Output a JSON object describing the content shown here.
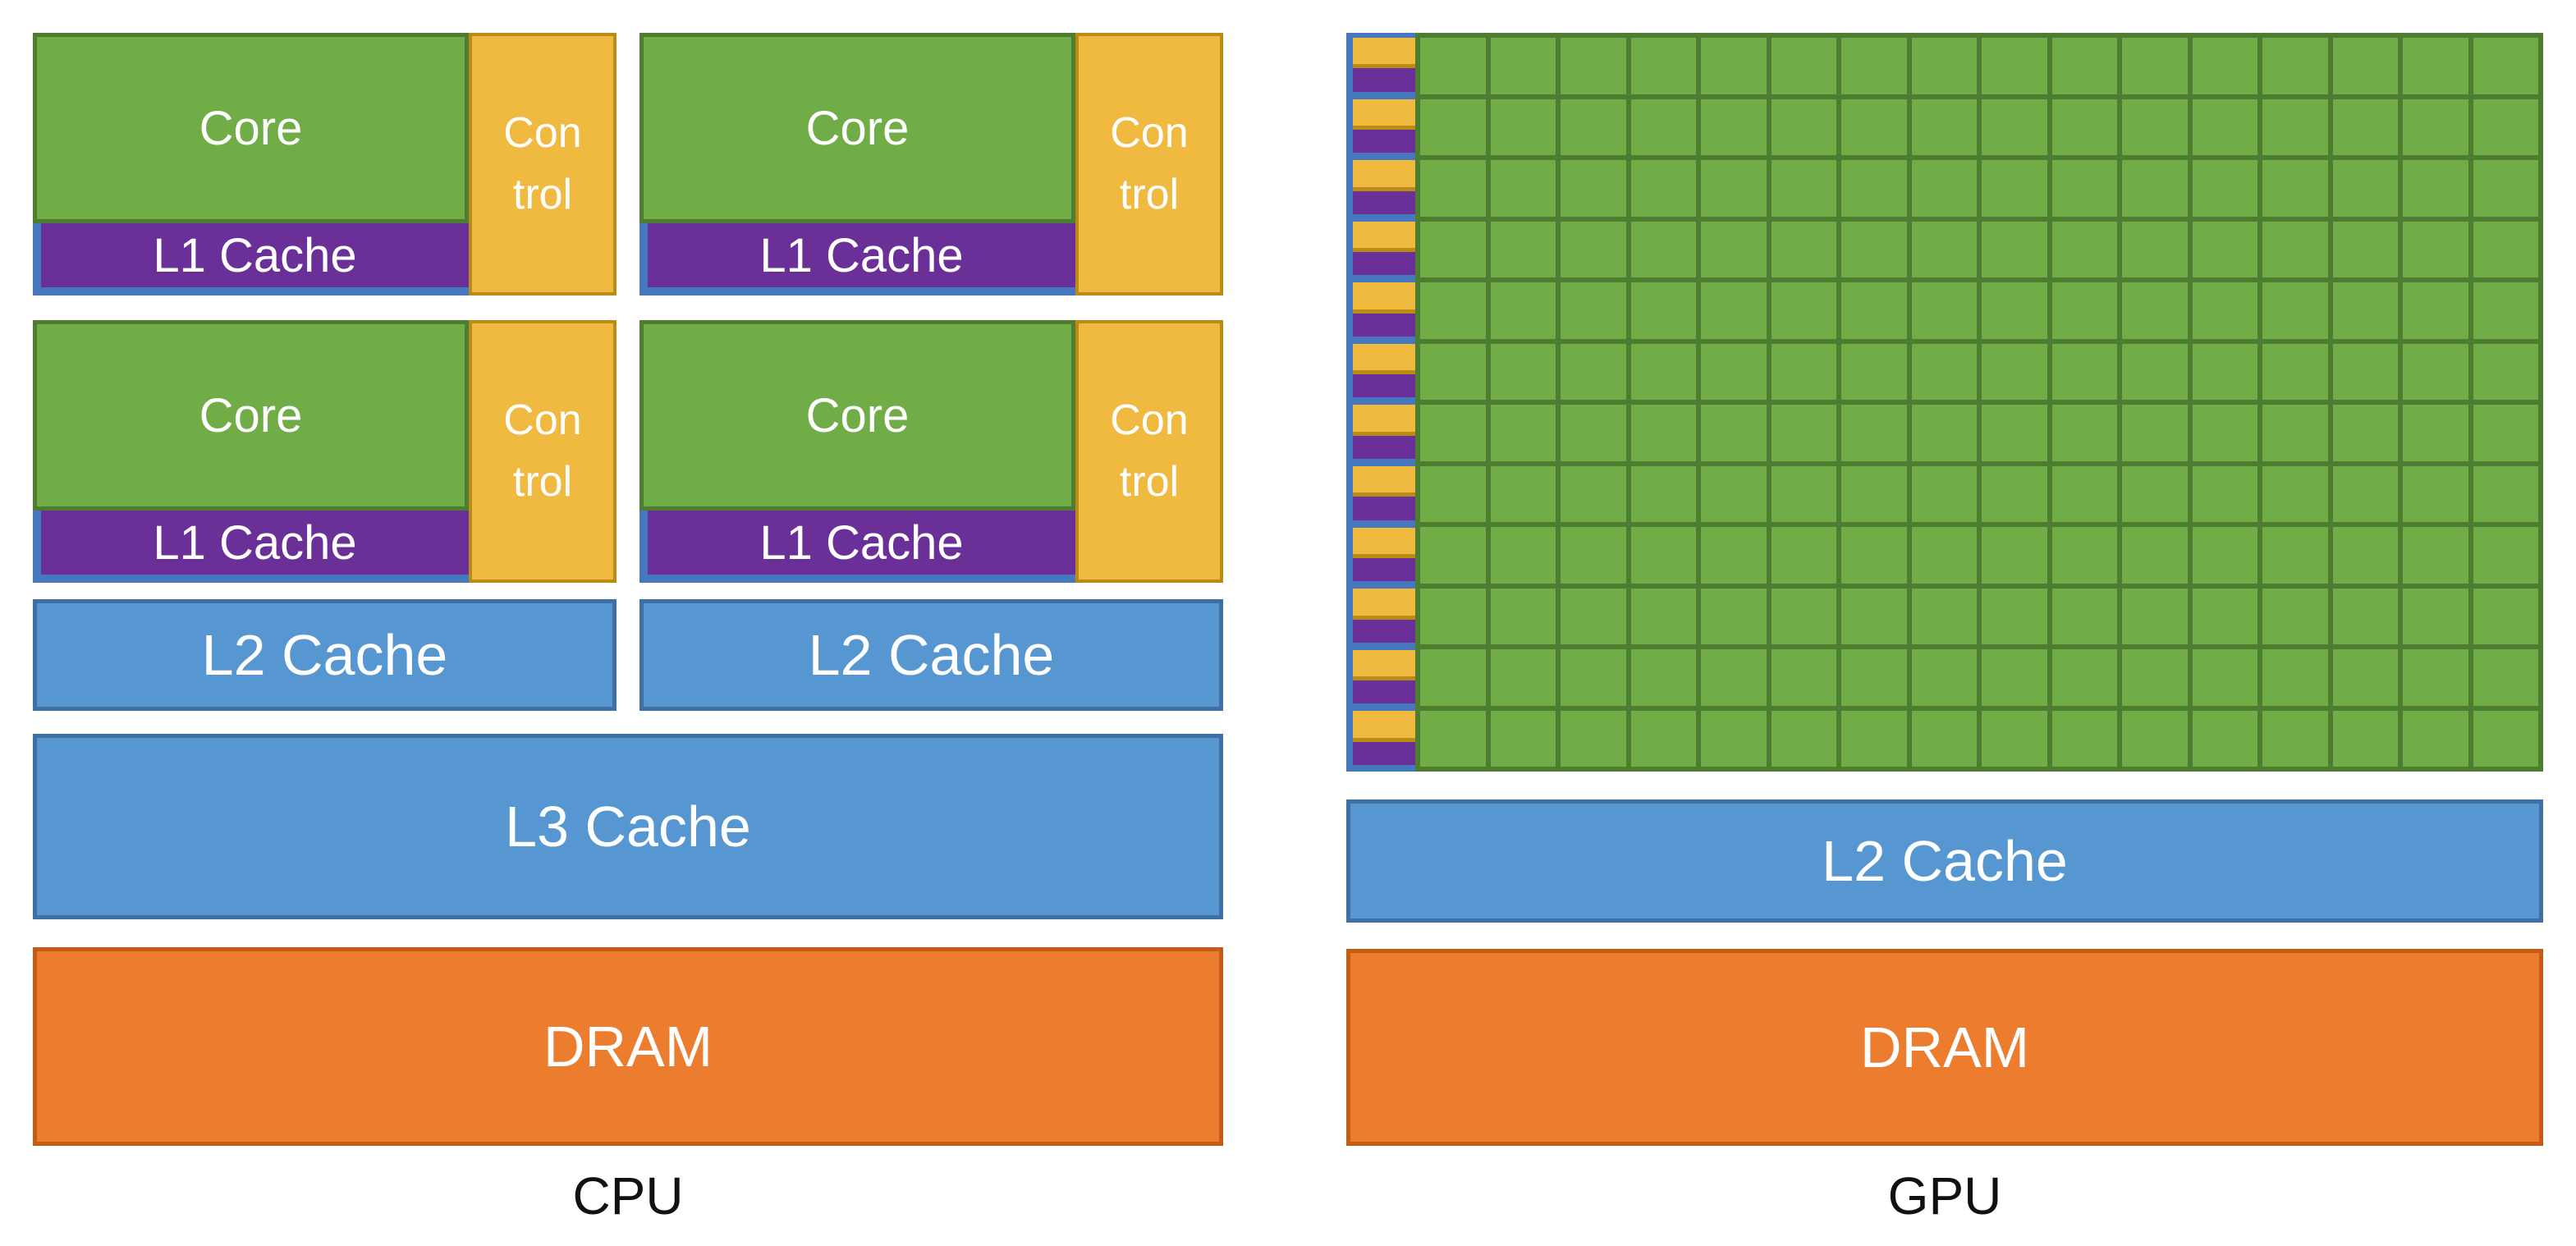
{
  "cpu": {
    "label": "CPU",
    "core_group_count": 4,
    "core_group": {
      "core_label": "Core",
      "control_label": "Control",
      "control_line1": "Con",
      "control_line2": "trol",
      "l1_label": "L1 Cache"
    },
    "l2_label": "L2 Cache",
    "l3_label": "L3 Cache",
    "dram_label": "DRAM"
  },
  "gpu": {
    "label": "GPU",
    "grid": {
      "rows": 12,
      "columns": 16
    },
    "l2_label": "L2 Cache",
    "dram_label": "DRAM"
  },
  "colors": {
    "background": "#ffffff",
    "core-green": "#70ad47",
    "green-border": "#4e7c31",
    "control-gold": "#f0ba41",
    "gold-border": "#b98c15",
    "cache-purple": "#6a3098",
    "strip-blue": "#4678bd",
    "bar-blue": "#5697d2",
    "blue-border": "#3f70a5",
    "dram-orange": "#ec7d2f",
    "orange-border": "#c45c17",
    "label-white": "#ffffff",
    "caption-black": "#111111"
  }
}
